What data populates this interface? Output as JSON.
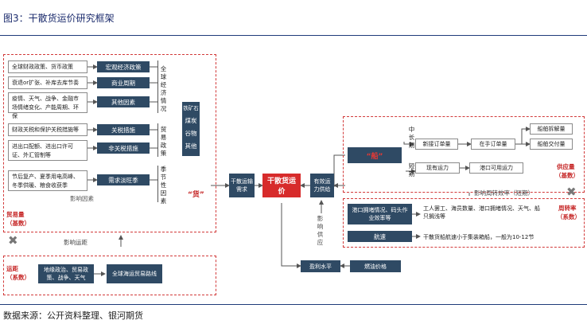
{
  "figure_title": "图3：干散货运价研究框架",
  "source_note": "数据来源：公开资料整理、银河期货",
  "supply_side": {
    "left_cells": [
      "全球财政政策、货币政策",
      "衰退or扩张、补库去库节奏",
      "疫情、天气、战争、金融市场情绪变化、产能周期、环保",
      "财政关税和保护关税措施等",
      "进出口配额、进出口许可证、外汇管制等",
      "节后复产、夏季用电高峰、冬季供暖、粮食收获季"
    ],
    "mid_boxes": [
      "宏观经济政策",
      "商业周期",
      "其他因素",
      "关税措施",
      "非关税措施",
      "需求淡旺季"
    ],
    "group_global_econ": "全球经济情况",
    "group_trade_policy": "贸易政策",
    "group_season": "季节性因素",
    "influence_factors": "影响因素",
    "trade_volume_label": "贸易量",
    "trade_volume_sub": "（基数）",
    "goods_label": "“货”",
    "ore_items": [
      "铁矿石",
      "煤炭",
      "谷物",
      "其他"
    ]
  },
  "distance": {
    "influence_label": "影响运距",
    "label": "运距",
    "sub": "（系数）",
    "cells": [
      "地缘政治、贸易政策、战争、天气",
      "全球海运贸易路线"
    ]
  },
  "center": {
    "dry_bulk_demand": "干散运输需求",
    "dry_bulk_rate": "干散货运价",
    "effective_capacity": "有效运力供给",
    "profit_level": "盈利水平",
    "fuel_price": "燃油价格",
    "affect_supply": "影响供应"
  },
  "ship_side": {
    "ship_label": "“船”",
    "mid_long": "中长期",
    "short": "短期",
    "new_orders": "新接订单量",
    "orderbook": "在手订单量",
    "scrap": "船舶拆解量",
    "delivery": "船舶交付量",
    "existing_capacity": "现有运力",
    "port_available": "港口可用运力",
    "supply_label": "供应量",
    "supply_sub": "（基数）",
    "turnover_effect": "影响周转效率（短期）",
    "congestion": "港口拥堵情况、码头作业效率等",
    "congestion_detail": "工人罢工、海员数量、港口拥堵情况、天气、船只搁浅等",
    "speed": "航速",
    "speed_detail": "干散货船航速小于集装箱船，一般为10-12节",
    "turnover_label": "周转率",
    "turnover_sub": "（系数）"
  }
}
